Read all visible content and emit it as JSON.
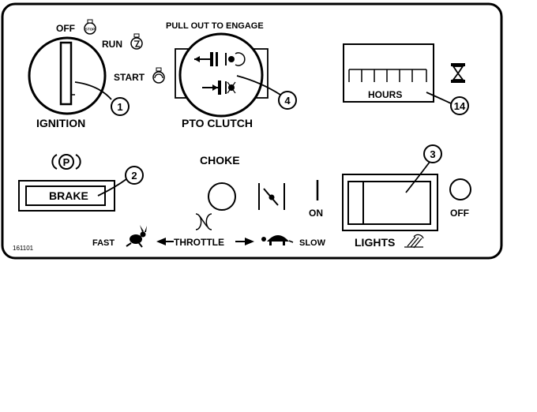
{
  "ignition": {
    "title": "IGNITION",
    "positions": {
      "off": "OFF",
      "run": "RUN",
      "start": "START"
    },
    "stop_icon_text": "STOP",
    "callout": "1"
  },
  "pto": {
    "header": "PULL OUT TO ENGAGE",
    "title": "PTO CLUTCH",
    "callout": "4"
  },
  "hours": {
    "label": "HOURS",
    "callout": "14"
  },
  "brake": {
    "label": "BRAKE",
    "symbol": "P",
    "callout": "2"
  },
  "choke": {
    "label": "CHOKE"
  },
  "switch": {
    "on_label": "ON",
    "off_label": "OFF"
  },
  "lights": {
    "label": "LIGHTS",
    "callout": "3"
  },
  "throttle": {
    "label": "THROTTLE",
    "fast": "FAST",
    "slow": "SLOW"
  },
  "part_number": "161101"
}
